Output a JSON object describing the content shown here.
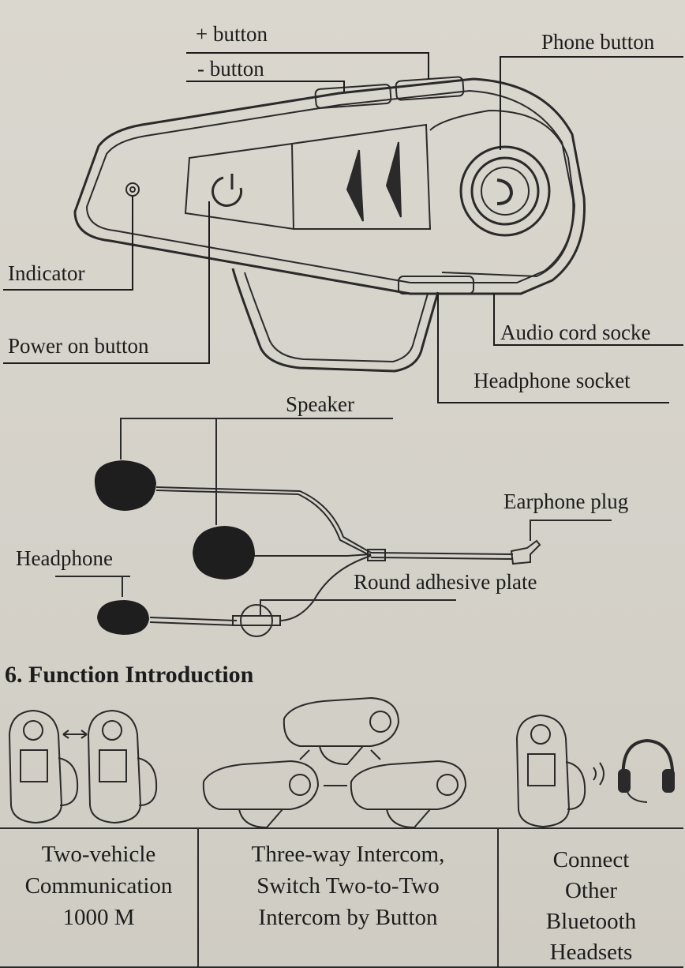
{
  "diagram_labels": {
    "plus_button": "+ button",
    "minus_button": "- button",
    "phone_button": "Phone button",
    "indicator": "Indicator",
    "power_on_button": "Power on button",
    "audio_cord_socket": "Audio cord socke",
    "headphone_socket": "Headphone socket",
    "speaker": "Speaker",
    "earphone_plug": "Earphone plug",
    "headphone": "Headphone",
    "round_adhesive_plate": "Round adhesive plate"
  },
  "section": {
    "heading": "6. Function Introduction"
  },
  "functions": [
    {
      "lines": [
        "Two-vehicle",
        "Communication",
        "1000 M"
      ]
    },
    {
      "lines": [
        "Three-way Intercom,",
        "Switch Two-to-Two",
        "Intercom by Button"
      ]
    },
    {
      "lines": [
        "Connect",
        "Other",
        "Bluetooth",
        "Headsets"
      ]
    }
  ]
}
